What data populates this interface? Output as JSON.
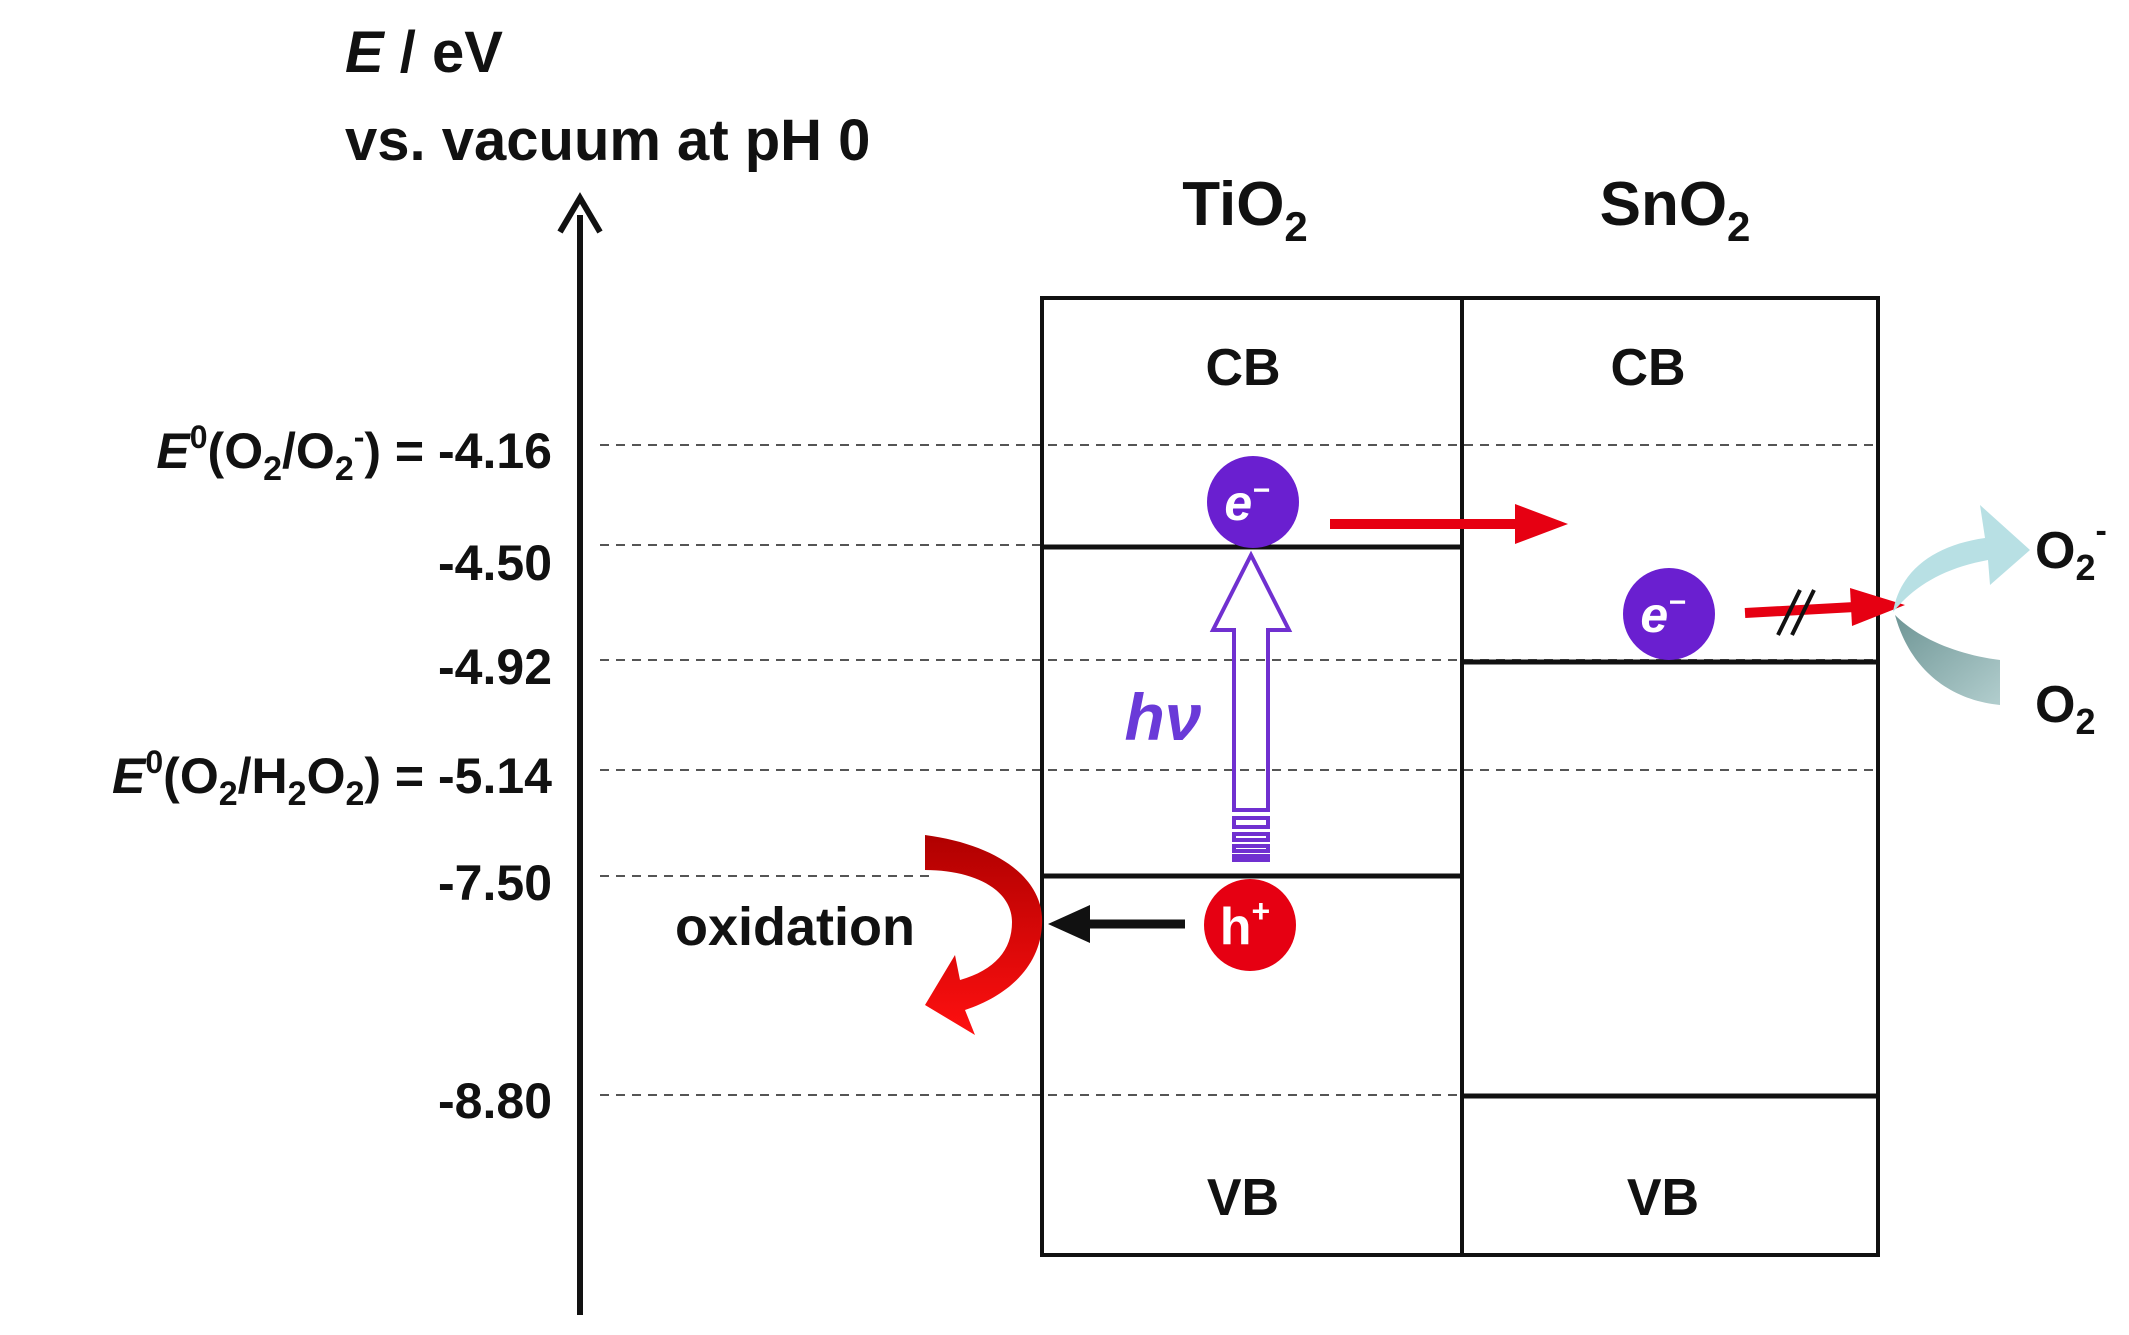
{
  "axis": {
    "symbol": "E",
    "unit_text": " / eV",
    "reference": "vs. vacuum at pH 0"
  },
  "materials": {
    "left": {
      "name": "TiO",
      "sub": "2"
    },
    "right": {
      "name": "SnO",
      "sub": "2"
    }
  },
  "bands": {
    "tio2_cb": "CB",
    "sno2_cb": "CB",
    "tio2_vb": "VB",
    "sno2_vb": "VB"
  },
  "levels": {
    "o2_superoxide": {
      "value": -4.16,
      "e": "E",
      "sup": "0",
      "p1": "(O",
      "s1": "2",
      "p2": "/O",
      "s2": "2",
      "sup2": "-",
      "tail": ") = -4.16",
      "color": "#1f1fe6"
    },
    "tio2_cb_edge": {
      "value": -4.5,
      "label": "-4.50"
    },
    "sno2_cb_edge": {
      "value": -4.92,
      "label": "-4.92"
    },
    "o2_peroxide": {
      "value": -5.14,
      "e": "E",
      "sup": "0",
      "p1": "(O",
      "s1": "2",
      "p2": "/H",
      "s2": "2",
      "p3": "O",
      "s3": "2",
      "tail": ") = -5.14",
      "color": "#e61f7a"
    },
    "tio2_vb_edge": {
      "value": -7.5,
      "label": "-7.50"
    },
    "sno2_vb_edge": {
      "value": -8.8,
      "label": "-8.80"
    }
  },
  "carriers": {
    "electron_1": "e",
    "electron_1_sup": "−",
    "electron_2": "e",
    "electron_2_sup": "−",
    "hole": "h",
    "hole_sup": "+"
  },
  "excitation_label": "hν",
  "oxidation_label": "oxidation",
  "products": {
    "superoxide": {
      "base": "O",
      "sub": "2",
      "sup": "-"
    },
    "oxygen": {
      "base": "O",
      "sub": "2"
    }
  },
  "colors": {
    "electron": "#6a1fd0",
    "hole": "#e60012",
    "transfer_arrow": "#e60012",
    "excitation_arrow": "#7030d0",
    "oxidation_arrow": "#c00000",
    "superoxide_arrow": "#b8e0e4",
    "oxygen_arrow": "#8fb0b0"
  }
}
